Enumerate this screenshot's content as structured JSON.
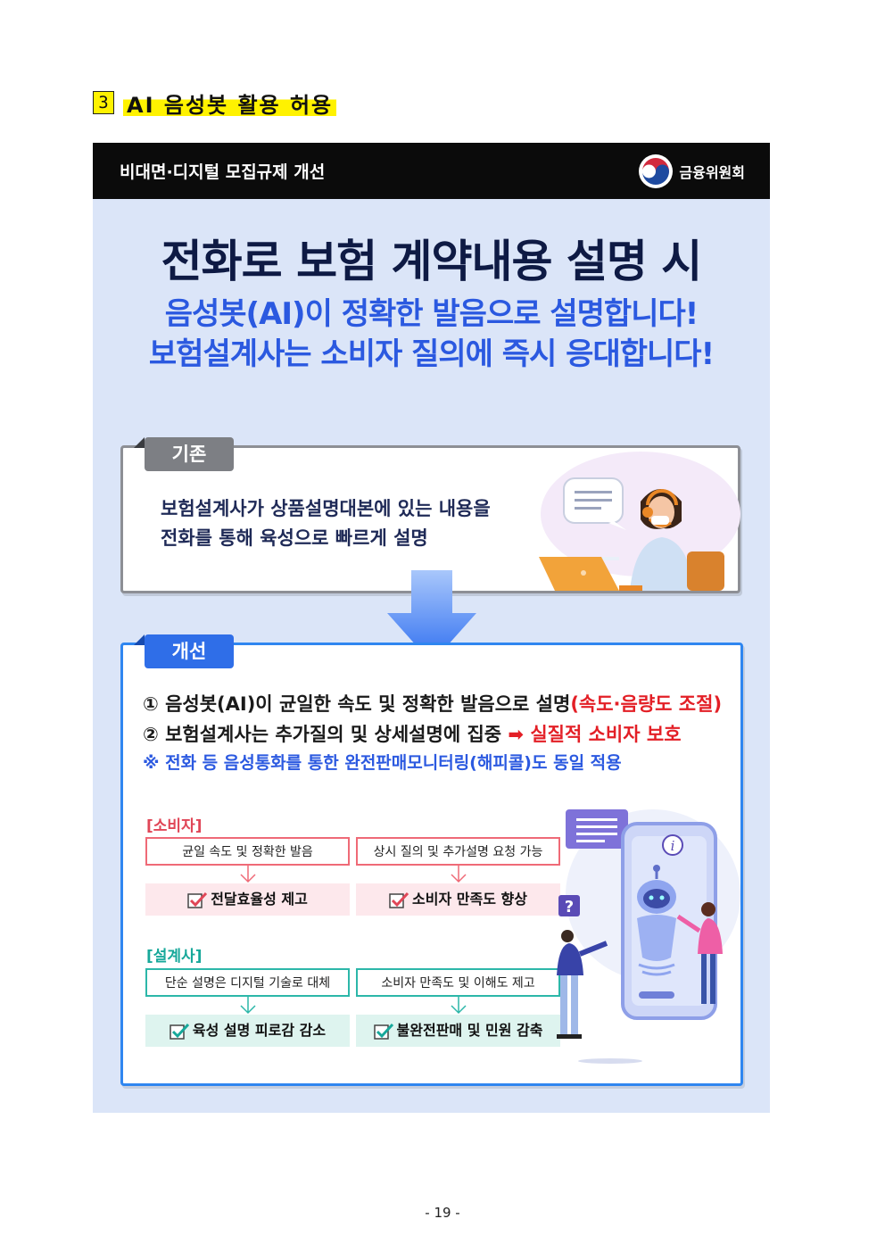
{
  "section": {
    "number": "3",
    "title": "AI 음성봇 활용 허용"
  },
  "card": {
    "header_title": "비대면·디지털 모집규제 개선",
    "logo_text": "금융위원회",
    "headline1": "전화로 보험 계약내용 설명 시",
    "headline2": "음성봇(AI)이 정확한 발음으로 설명합니다!",
    "headline3": "보험설계사는 소비자 질의에 즉시 응대합니다!"
  },
  "old": {
    "tag": "기존",
    "line1": "보험설계사가 상품설명대본에 있는 내용을",
    "line2": "전화를 통해 육성으로 빠르게 설명"
  },
  "new": {
    "tag": "개선",
    "item1_main": "① 음성봇(AI)이 균일한 속도 및 정확한 발음으로 설명",
    "item1_red": "(속도·음량도 조절)",
    "item2_main": "② 보험설계사는 추가질의 및 상세설명에 집중",
    "item2_arrow": "➡",
    "item2_red": "실질적 소비자 보호",
    "note": "※ 전화 등 음성통화를 통한 완전판매모니터링(해피콜)도 동일 적용",
    "consumer_label": "[소비자]",
    "consumer_pills": [
      "균일 속도 및 정확한 발음",
      "상시 질의 및 추가설명 요청 가능"
    ],
    "consumer_results": [
      "전달효율성 제고",
      "소비자 만족도 향상"
    ],
    "planner_label": "[설계사]",
    "planner_pills": [
      "단순 설명은 디지털 기술로 대체",
      "소비자 만족도 및 이해도 제고"
    ],
    "planner_results": [
      "육성 설명 피로감 감소",
      "불완전판매 및 민원 감축"
    ]
  },
  "icons": [
    "check-icon",
    "down-arrow-icon",
    "government-logo-icon",
    "chat-bubble-icon",
    "question-icon",
    "info-icon"
  ],
  "colors": {
    "header": "#0b0b0b",
    "card_bg": "#dbe5f8",
    "headline_dark": "#0e1a44",
    "headline_blue": "#2b59e0",
    "red": "#e31f26",
    "pink": "#ef6a77",
    "teal": "#2cb7a9",
    "highlight": "#fff200"
  },
  "page_number": "- 19 -"
}
